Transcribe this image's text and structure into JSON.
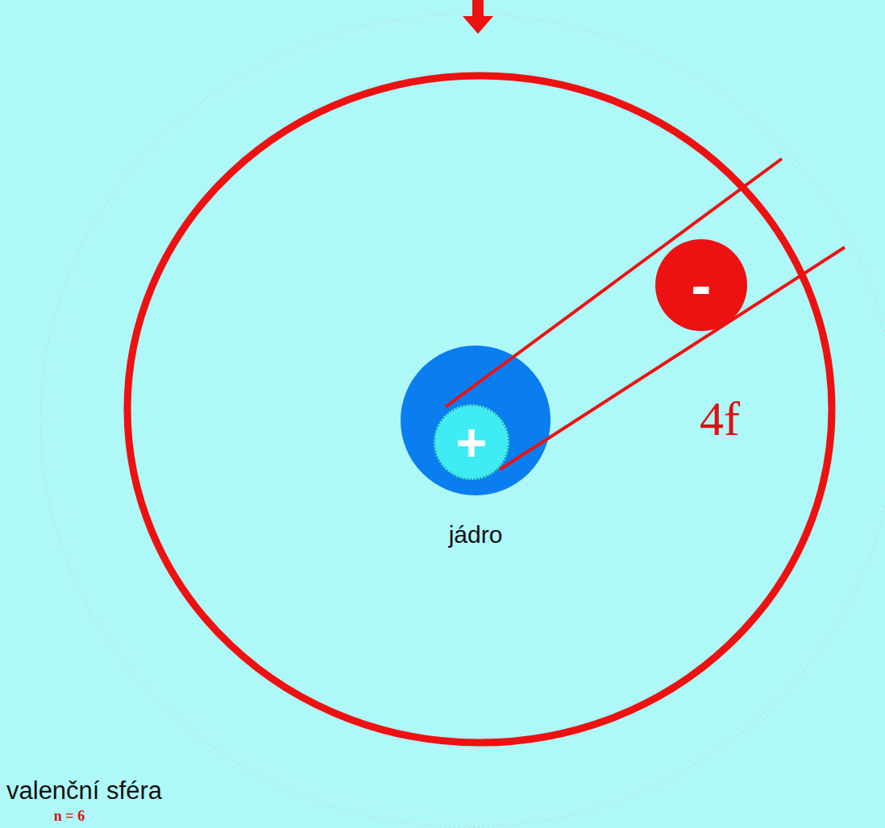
{
  "diagram": {
    "nodes": [
      {
        "text": [
          "+"
        ]
      },
      {
        "text": [
          "-"
        ]
      }
    ],
    "labels": [
      "jádro",
      "4f",
      "valenční sféra",
      "n = 6"
    ]
  }
}
